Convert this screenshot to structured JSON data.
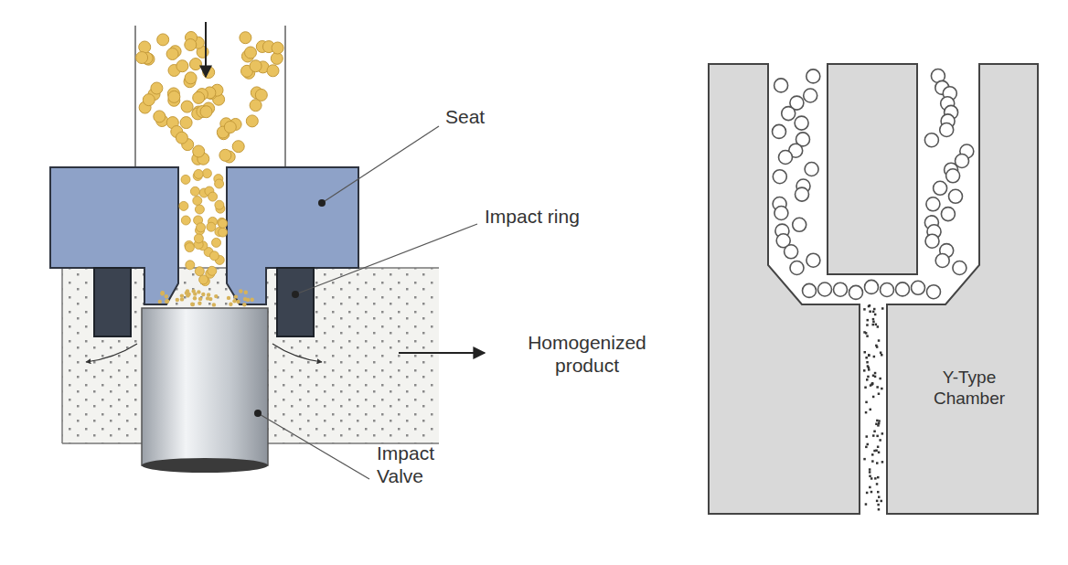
{
  "diagram": {
    "labels": [
      "Seat",
      "Impact ring",
      "Homogenized product",
      "Impact Valve",
      "Y-Type Chamber"
    ]
  }
}
